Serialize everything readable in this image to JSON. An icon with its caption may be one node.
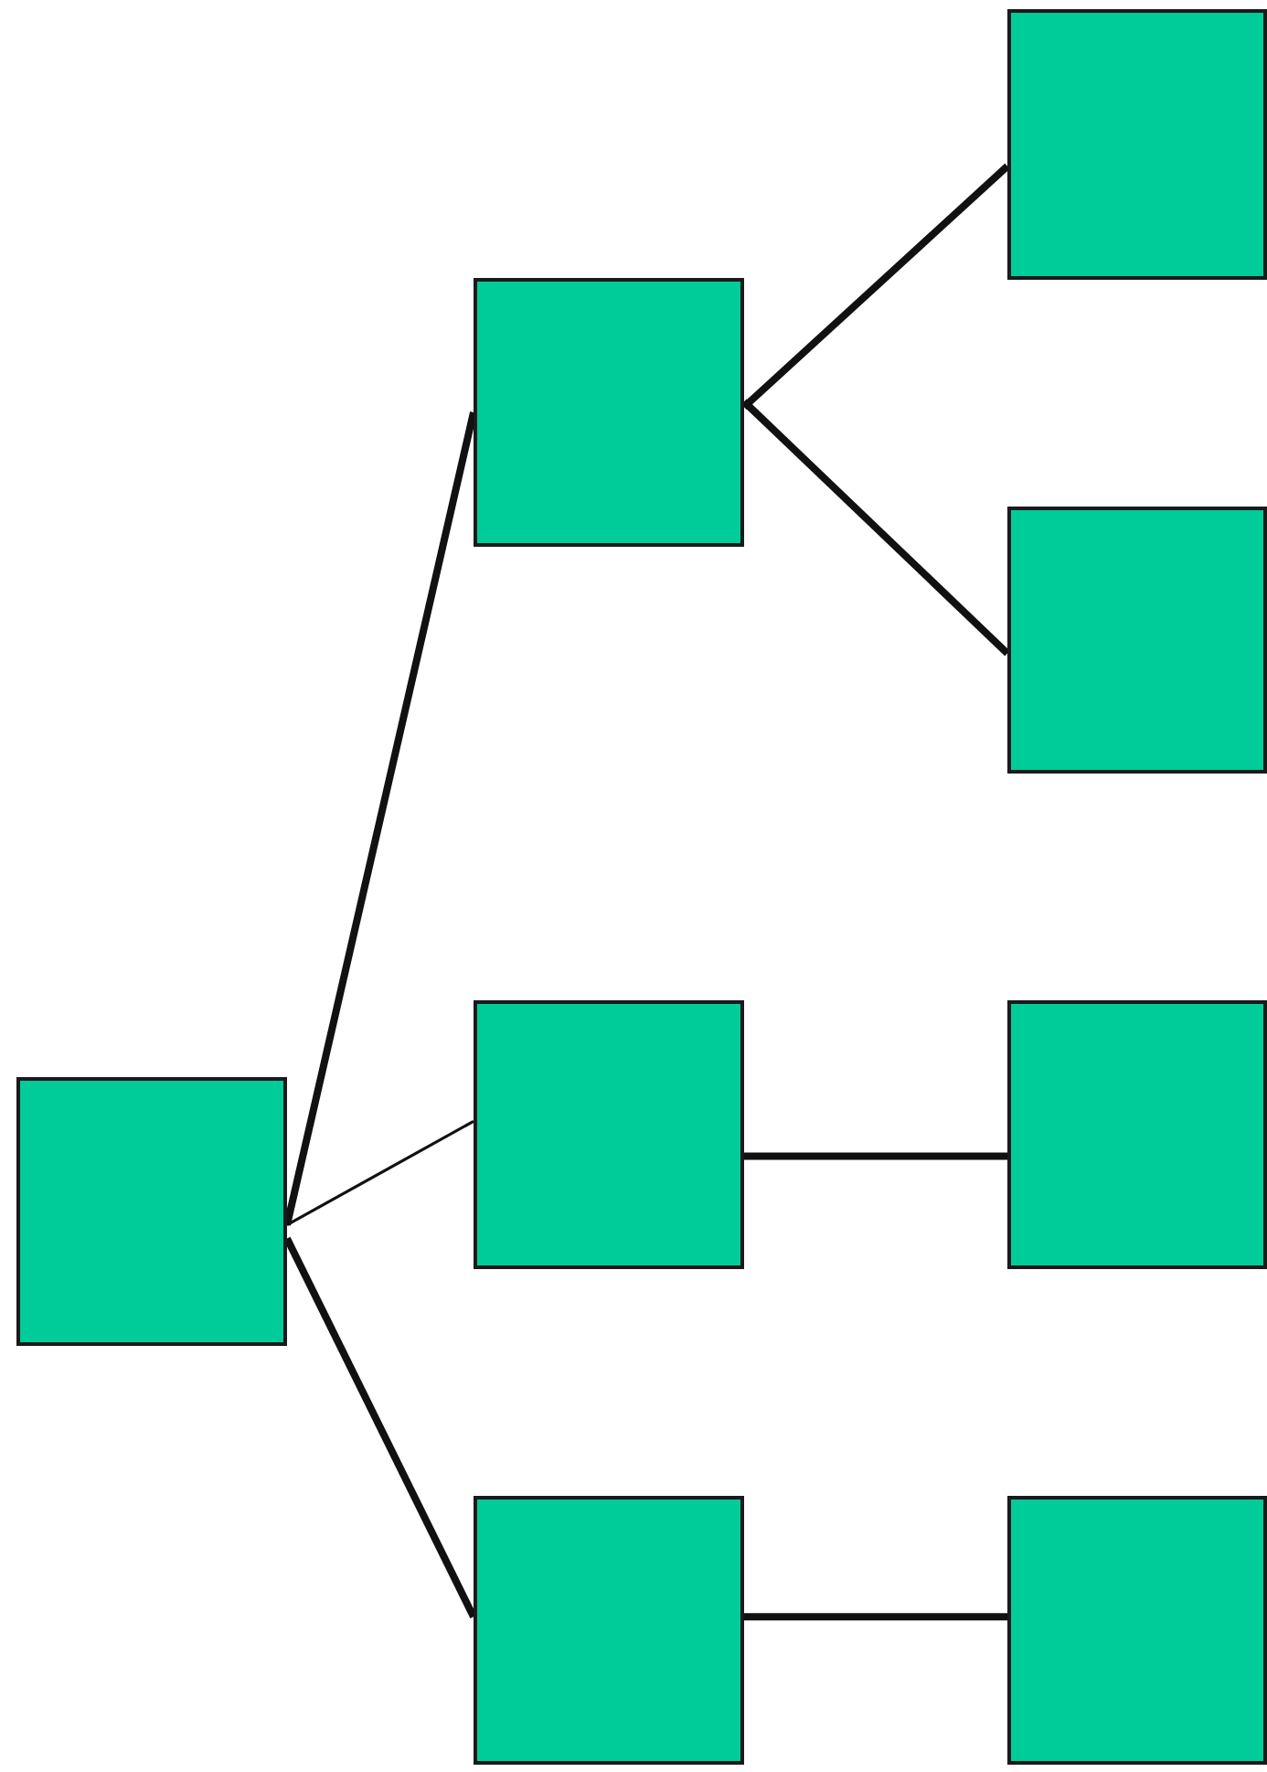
{
  "diagram": {
    "nodes": [
      {
        "text": [],
        "shape": "box"
      },
      {
        "text": [],
        "shape": "box"
      },
      {
        "text": [],
        "shape": "box"
      },
      {
        "text": [],
        "shape": "box"
      },
      {
        "text": [],
        "shape": "box"
      },
      {
        "text": [],
        "shape": "box"
      },
      {
        "text": [],
        "shape": "box"
      },
      {
        "text": [],
        "shape": "box"
      }
    ],
    "edges": [
      {
        "from": 0,
        "to": 1,
        "arrow": "none"
      },
      {
        "from": 0,
        "to": 2,
        "arrow": "none"
      },
      {
        "from": 0,
        "to": 3,
        "arrow": "none"
      },
      {
        "from": 1,
        "to": 4,
        "arrow": "none"
      },
      {
        "from": 1,
        "to": 5,
        "arrow": "none"
      },
      {
        "from": 2,
        "to": 6,
        "arrow": "none"
      },
      {
        "from": 3,
        "to": 7,
        "arrow": "none"
      }
    ]
  }
}
